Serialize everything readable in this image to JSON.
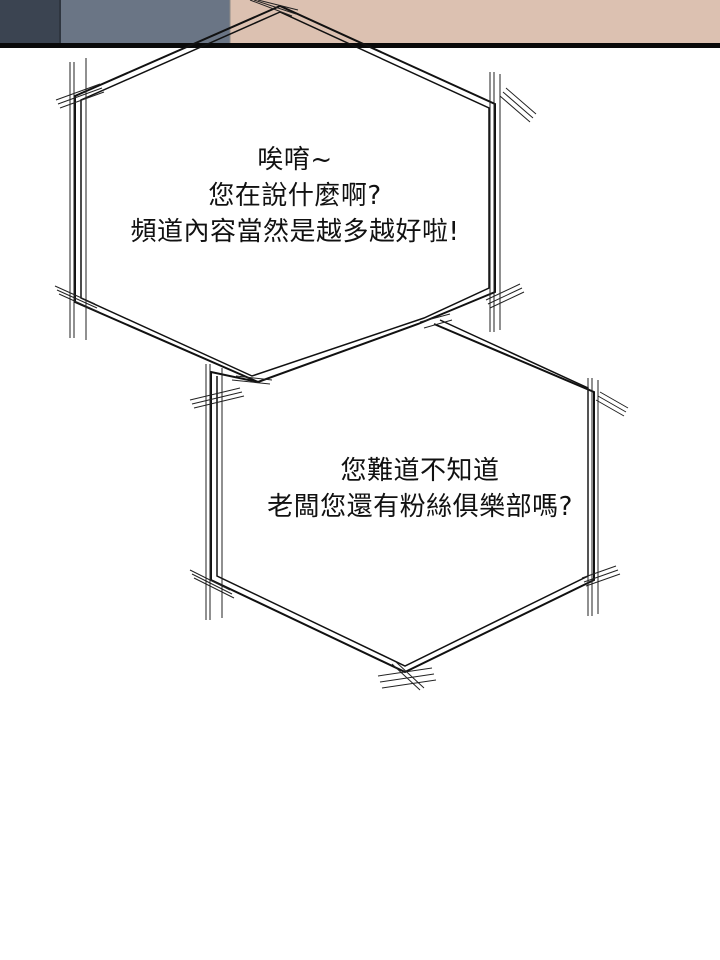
{
  "panel": {
    "top_strip_colors": {
      "dark_blue": "#3b4451",
      "slate_blue": "#6a7585",
      "skin": "#dcc1b1",
      "border": "#0a0a0a"
    }
  },
  "speech_bubbles": [
    {
      "lines": [
        "唉唷~",
        "您在說什麼啊?",
        "頻道內容當然是越多越好啦!"
      ]
    },
    {
      "lines": [
        "您難道不知道",
        "老闆您還有粉絲俱樂部嗎?"
      ]
    }
  ]
}
